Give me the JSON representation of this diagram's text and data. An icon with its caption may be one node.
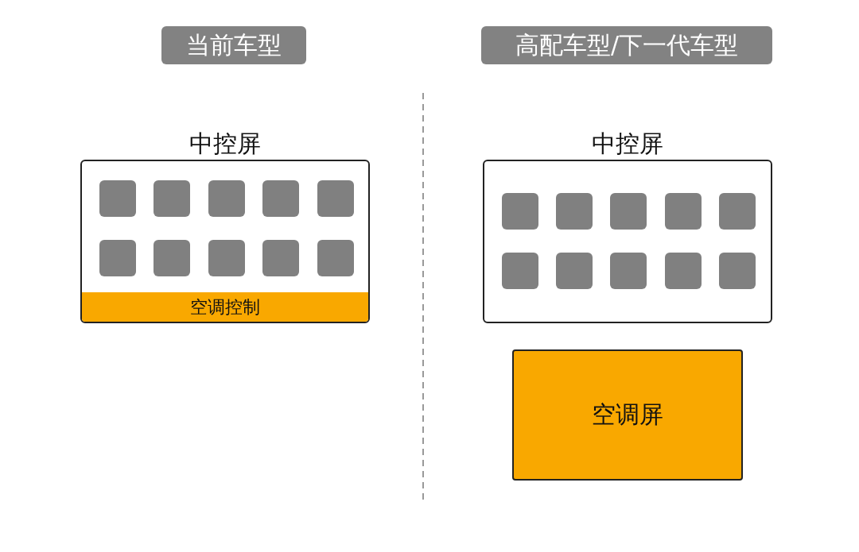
{
  "diagram": {
    "nodes": [
      {
        "text": [
          "当前车型"
        ]
      },
      {
        "text": [
          "高配车型/下一代车型"
        ]
      },
      {
        "text": [
          "中控屏"
        ]
      },
      {
        "text": [],
        "shape": "box",
        "in": 2
      },
      {
        "text": [],
        "shape": "box",
        "in": 2
      },
      {
        "text": [],
        "shape": "box",
        "in": 2
      },
      {
        "text": [],
        "shape": "box",
        "in": 2
      },
      {
        "text": [],
        "shape": "box",
        "in": 2
      },
      {
        "text": [],
        "shape": "box",
        "in": 2
      },
      {
        "text": [],
        "shape": "box",
        "in": 2
      },
      {
        "text": [],
        "shape": "box",
        "in": 2
      },
      {
        "text": [],
        "shape": "box",
        "in": 2
      },
      {
        "text": [],
        "shape": "box",
        "in": 2
      },
      {
        "text": [
          "空调控制"
        ],
        "in": 2
      },
      {
        "text": [
          "中控屏"
        ]
      },
      {
        "text": [],
        "shape": "box",
        "in": 14
      },
      {
        "text": [],
        "shape": "box",
        "in": 14
      },
      {
        "text": [],
        "shape": "box",
        "in": 14
      },
      {
        "text": [],
        "shape": "box",
        "in": 14
      },
      {
        "text": [],
        "shape": "box",
        "in": 14
      },
      {
        "text": [],
        "shape": "box",
        "in": 14
      },
      {
        "text": [],
        "shape": "box",
        "in": 14
      },
      {
        "text": [],
        "shape": "box",
        "in": 14
      },
      {
        "text": [],
        "shape": "box",
        "in": 14
      },
      {
        "text": [],
        "shape": "box",
        "in": 14
      },
      {
        "text": [
          "空调屏"
        ]
      }
    ]
  }
}
